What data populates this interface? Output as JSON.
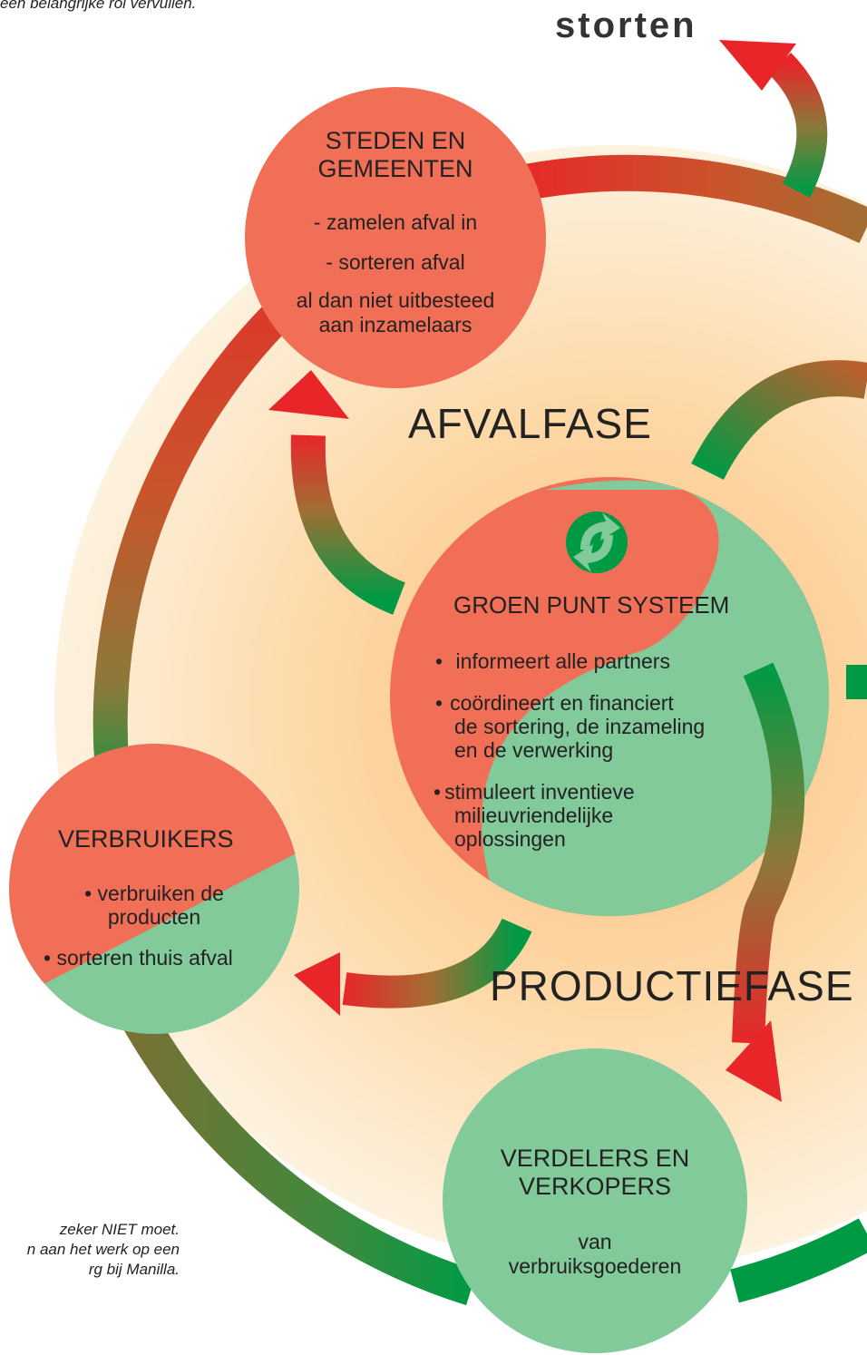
{
  "colors": {
    "red": "#E8262A",
    "coral": "#F26F57",
    "green": "#009A44",
    "mint": "#82CA9A",
    "ring_olive": "#8A7A3A",
    "halo_orange": "#FDBE7E",
    "halo_cream": "#FDF2DF"
  },
  "top_fragment": "een belangrijke rol vervullen.",
  "storten": "storten",
  "afvalfase": "AFVALFASE",
  "productiefase": "PRODUCTIEFASE",
  "steden": {
    "title_line1": "STEDEN EN",
    "title_line2": "GEMEENTEN",
    "item1": "- zamelen afval in",
    "item2": "-  sorteren afval",
    "item3_line1": "al dan niet uitbesteed",
    "item3_line2": "aan inzamelaars"
  },
  "groen_punt": {
    "logo": "recycle-arrows-icon",
    "title": "GROEN PUNT SYSTEEM",
    "bullet": "•",
    "b1": "informeert alle partners",
    "b2_line1": "coördineert en financiert",
    "b2_line2": "de sortering, de inzameling",
    "b2_line3": "en de verwerking",
    "b3_line1": "stimuleert inventieve",
    "b3_line2": "milieuvriendelijke",
    "b3_line3": "oplossingen"
  },
  "verbruikers": {
    "title": "VERBRUIKERS",
    "b1_line1": "• verbruiken de",
    "b1_line2": "producten",
    "b2": "• sorteren thuis afval"
  },
  "verdelers": {
    "title_line1": "VERDELERS EN",
    "title_line2": "VERKOPERS",
    "line1": "van",
    "line2": "verbruiksgoederen"
  },
  "bottom_fragment": {
    "line1": "zeker NIET moet.",
    "line2": "n aan het werk op een",
    "line3": "rg bij Manilla."
  }
}
